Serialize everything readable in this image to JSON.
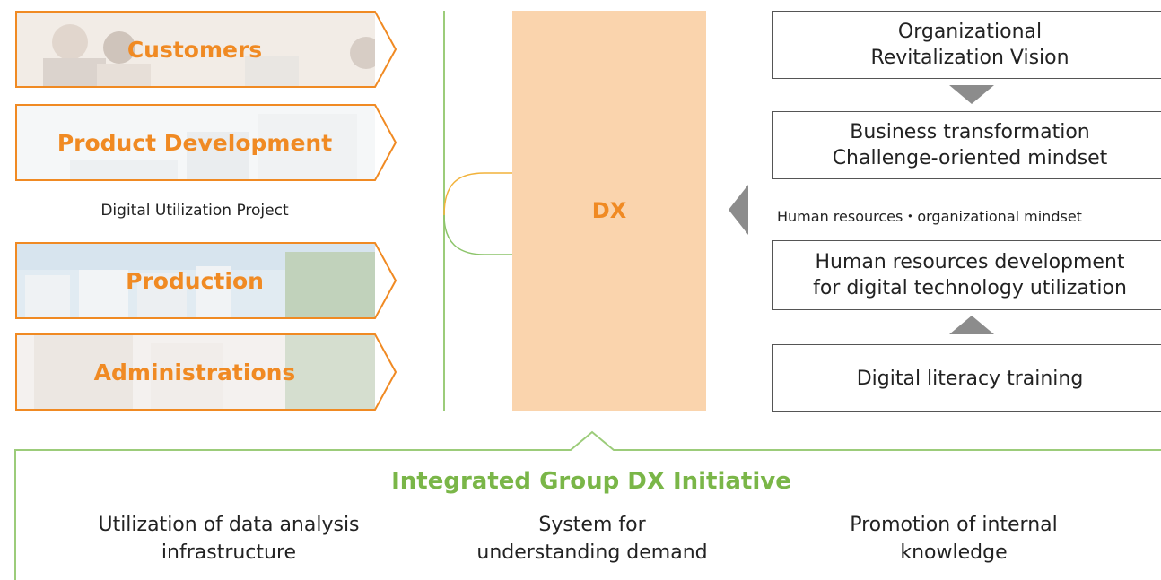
{
  "colors": {
    "orange": "#f08a23",
    "peach": "#fad4ad",
    "green": "#7ab648",
    "gray": "#8c8c8c"
  },
  "categories": [
    {
      "label": "Customers",
      "photo": "people-photo"
    },
    {
      "label": "Product Development",
      "photo": "laboratory-photo"
    },
    {
      "label": "Production",
      "photo": "factory-tanks-photo"
    },
    {
      "label": "Administrations",
      "photo": "office-photo"
    }
  ],
  "digital_project_label": "Digital Utilization Project",
  "dx_label": "DX",
  "right_boxes": {
    "vision": [
      "Organizational",
      "Revitalization Vision"
    ],
    "business": [
      "Business transformation",
      "Challenge-oriented mindset"
    ],
    "hr_mindset": "Human resources・organizational mindset",
    "hr_dev": [
      "Human resources development",
      "for digital technology utilization"
    ],
    "literacy": "Digital literacy training"
  },
  "initiative": {
    "title": "Integrated Group DX Initiative",
    "items": [
      [
        "Utilization of data analysis",
        "infrastructure"
      ],
      [
        "System for",
        "understanding demand"
      ],
      [
        "Promotion of internal",
        "knowledge"
      ]
    ]
  }
}
